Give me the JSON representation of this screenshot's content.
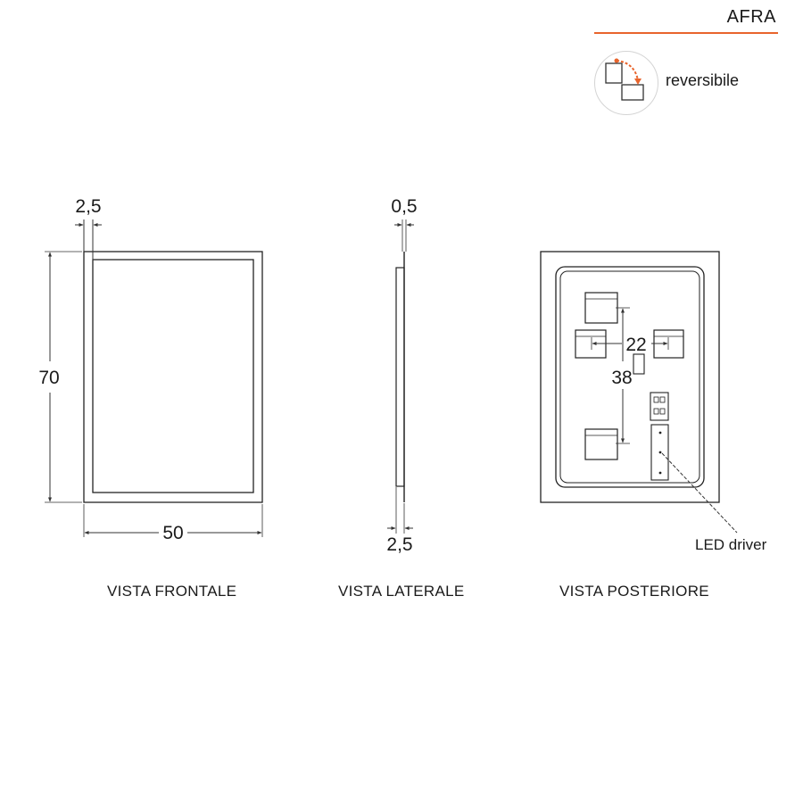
{
  "header": {
    "product_name": "AFRA",
    "feature_label": "reversibile",
    "accent_color": "#e8642c",
    "feature_icon": "reversible-rotate-icon"
  },
  "front_view": {
    "caption": "VISTA FRONTALE",
    "frame_width": "2,5",
    "height": "70",
    "width": "50"
  },
  "side_view": {
    "caption": "VISTA LATERALE",
    "top_thickness": "0,5",
    "bottom_thickness": "2,5"
  },
  "rear_view": {
    "caption": "VISTA POSTERIORE",
    "horizontal_spacing": "22",
    "vertical_spacing": "38",
    "driver_label": "LED driver"
  }
}
